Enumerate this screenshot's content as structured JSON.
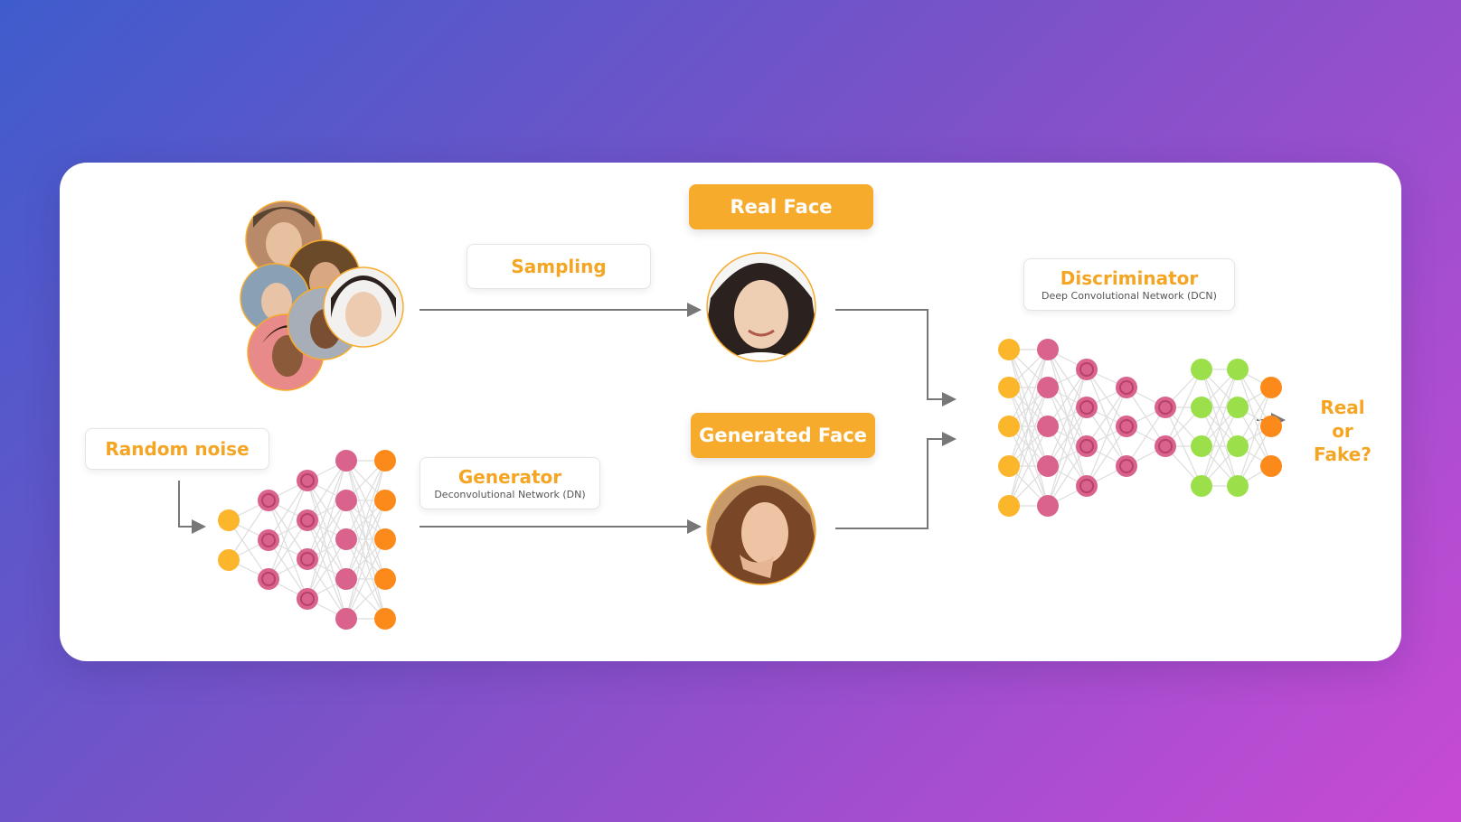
{
  "sampling": {
    "label": "Sampling"
  },
  "random_noise": {
    "label": "Random noise"
  },
  "generator": {
    "title": "Generator",
    "subtitle": "Deconvolutional Network (DN)"
  },
  "discriminator": {
    "title": "Discriminator",
    "subtitle": "Deep Convolutional Network (DCN)"
  },
  "real_face": {
    "label": "Real Face"
  },
  "generated_face": {
    "label": "Generated Face"
  },
  "verdict": {
    "line1": "Real",
    "line2": "or",
    "line3": "Fake?"
  },
  "colors": {
    "accent": "#f7ab2c",
    "input_node": "#fbb62b",
    "hidden_node": "#d9638c",
    "output_node": "#fb8a1b",
    "dense_node": "#9be04a",
    "arrow": "#777777",
    "link": "#dddddd"
  },
  "icons": {
    "real_faces_dataset": "face-photo-collage",
    "real_face_sample": "face-photo",
    "generated_face_sample": "face-photo"
  }
}
